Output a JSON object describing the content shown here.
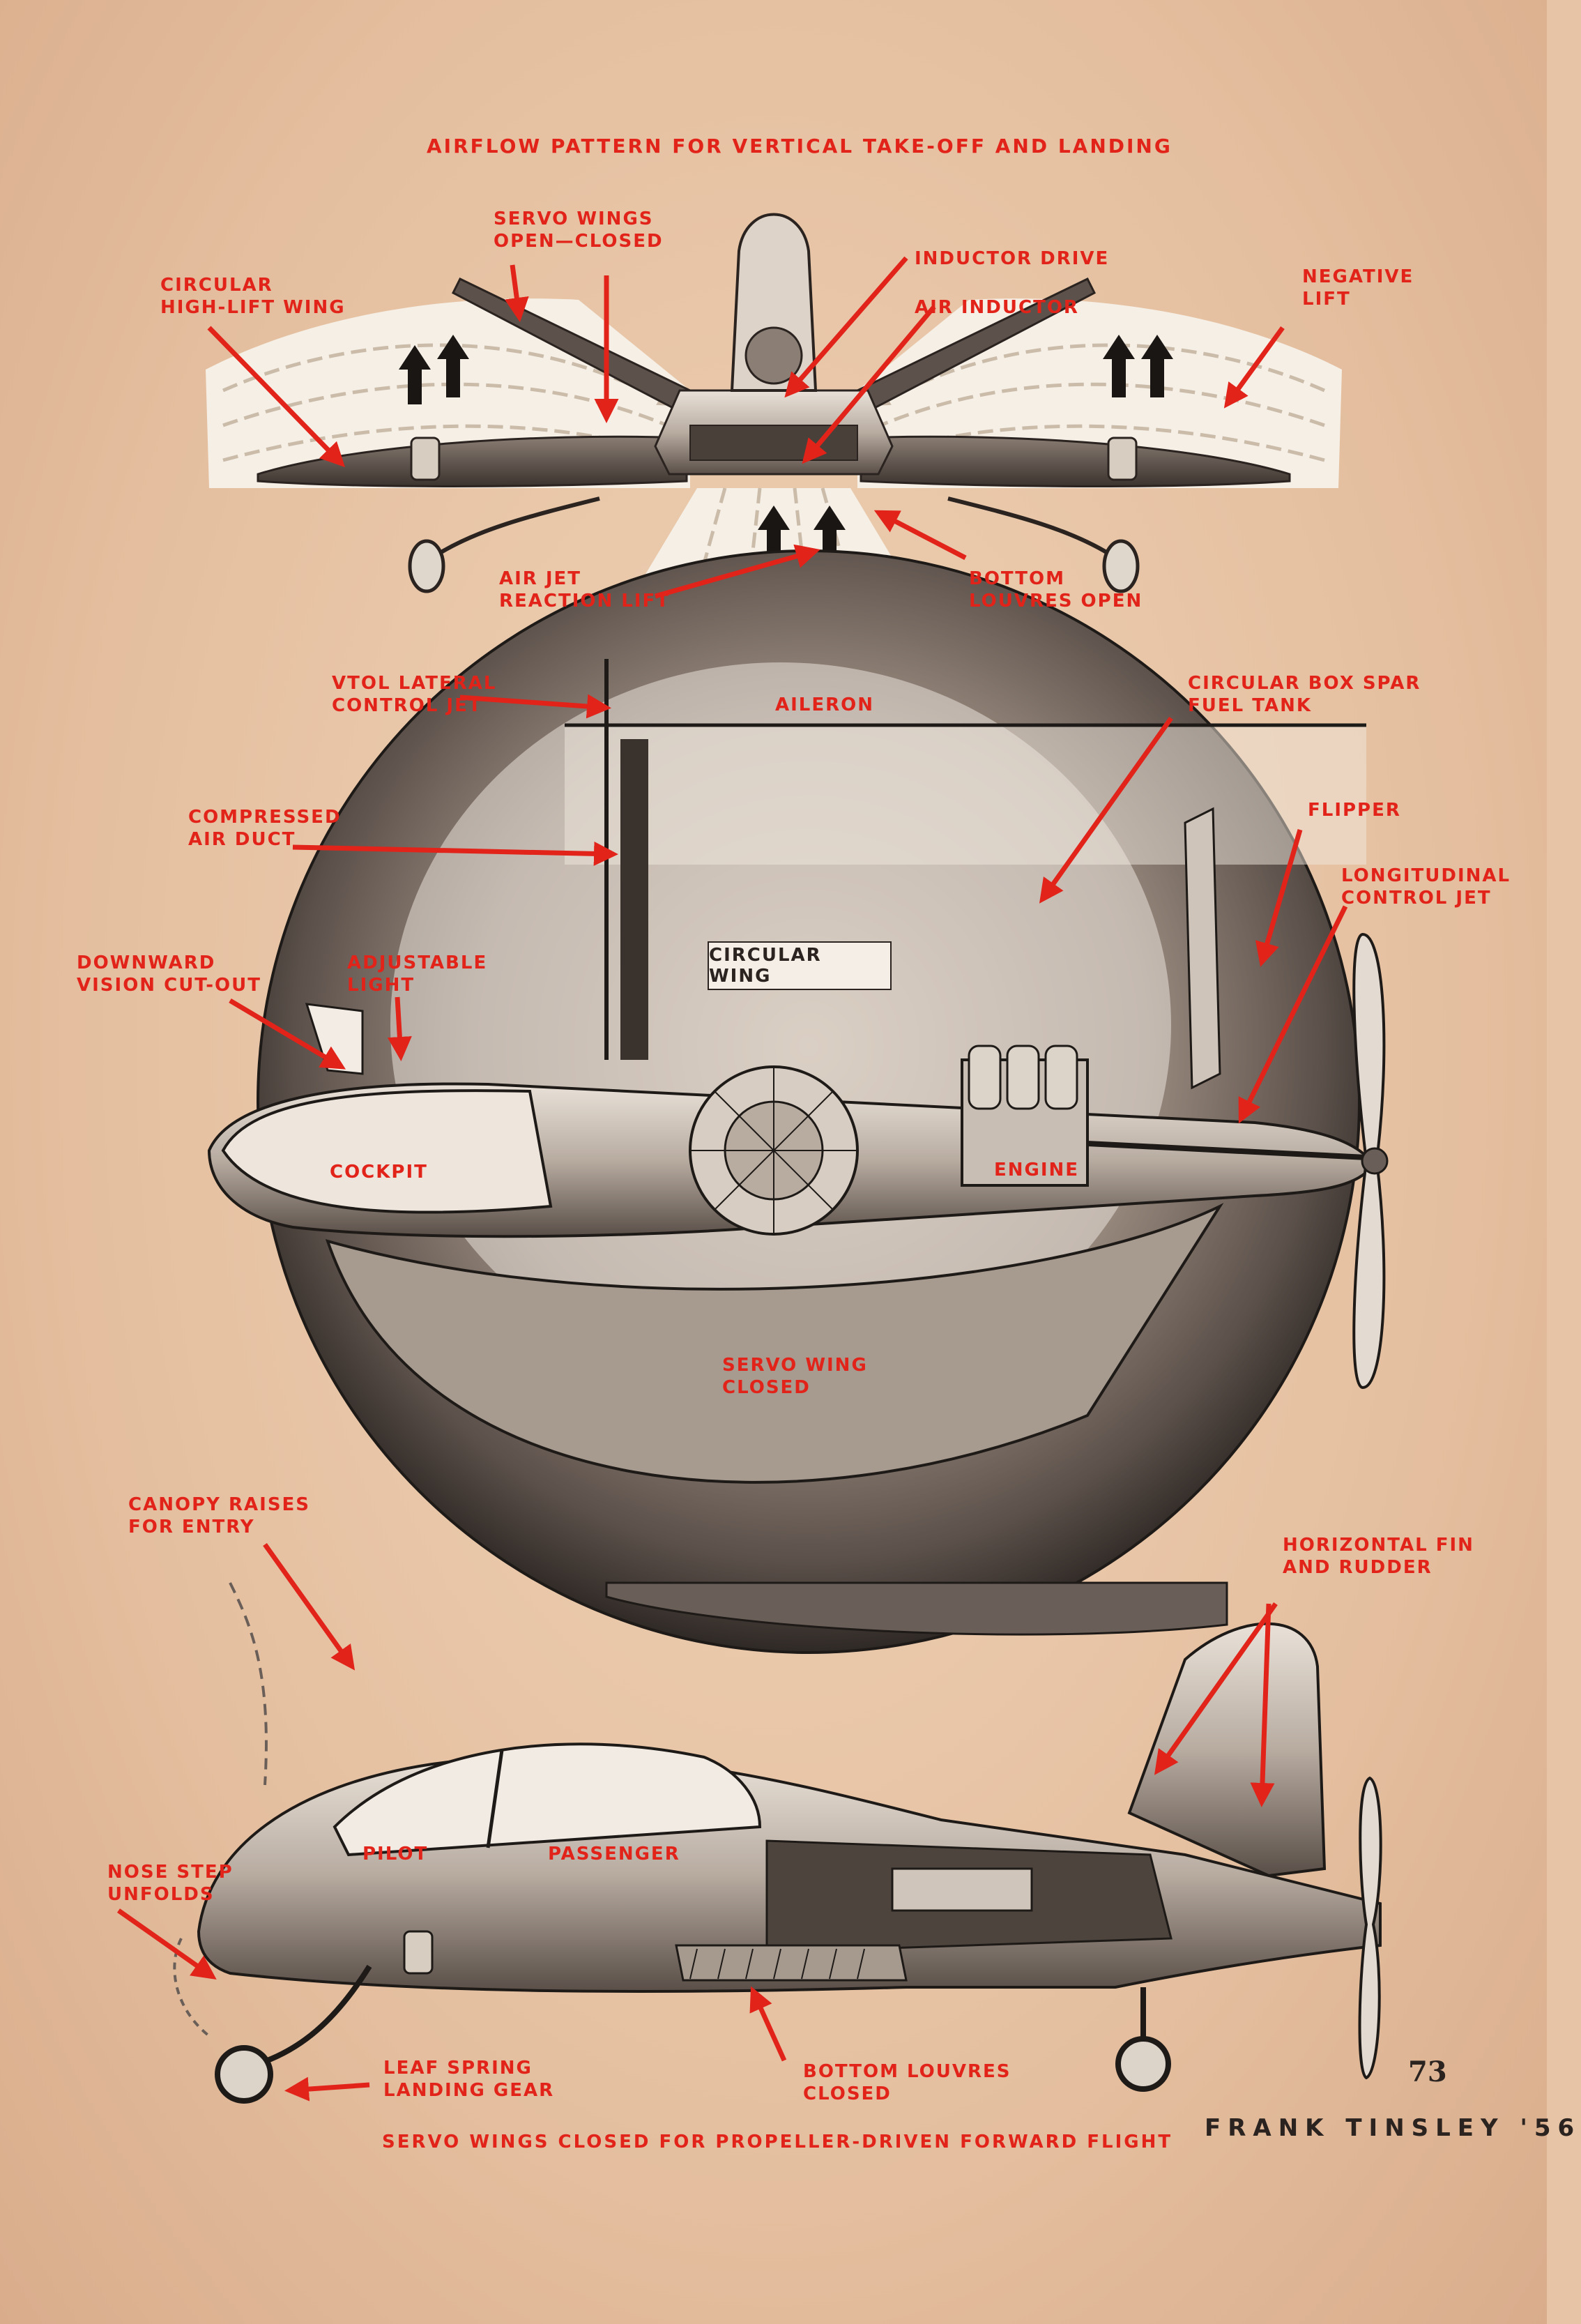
{
  "header": {
    "title": "AIRFLOW PATTERN FOR VERTICAL TAKE-OFF AND LANDING"
  },
  "top_labels": {
    "servo_wings": "SERVO WINGS\nOPEN—CLOSED",
    "circular_wing": "CIRCULAR\nHIGH-LIFT WING",
    "inductor_drive": "INDUCTOR DRIVE",
    "air_inductor": "AIR INDUCTOR",
    "negative_lift": "NEGATIVE\nLIFT",
    "air_jet": "AIR JET\nREACTION LIFT",
    "bottom_louvres_open": "BOTTOM\nLOUVRES OPEN"
  },
  "mid_labels": {
    "vtol": "VTOL LATERAL\nCONTROL JET",
    "aileron": "AILERON",
    "box_spar": "CIRCULAR BOX SPAR\nFUEL TANK",
    "flipper": "FLIPPER",
    "compressed": "COMPRESSED\nAIR DUCT",
    "longitudinal": "LONGITUDINAL\nCONTROL JET",
    "downward": "DOWNWARD\nVISION CUT-OUT",
    "adjustable": "ADJUSTABLE\nLIGHT",
    "circular_wing_box": "CIRCULAR WING",
    "cockpit": "COCKPIT",
    "engine": "ENGINE",
    "servo_closed": "SERVO WING\nCLOSED"
  },
  "bottom_labels": {
    "canopy": "CANOPY RAISES\nFOR ENTRY",
    "fin": "HORIZONTAL FIN\nAND RUDDER",
    "pilot": "PILOT",
    "passenger": "PASSENGER",
    "nose_step": "NOSE STEP\nUNFOLDS",
    "leaf_spring": "LEAF SPRING\nLANDING GEAR",
    "bottom_louvres_closed": "BOTTOM LOUVRES\nCLOSED"
  },
  "footer": {
    "caption": "SERVO WINGS CLOSED FOR PROPELLER-DRIVEN FORWARD FLIGHT",
    "page_number": "73",
    "signature": "FRANK TINSLEY '56"
  },
  "colors": {
    "paper": "#e7c4a5",
    "ink": "#2a2320",
    "red": "#e2231a",
    "airflow": "#f5efe6"
  }
}
